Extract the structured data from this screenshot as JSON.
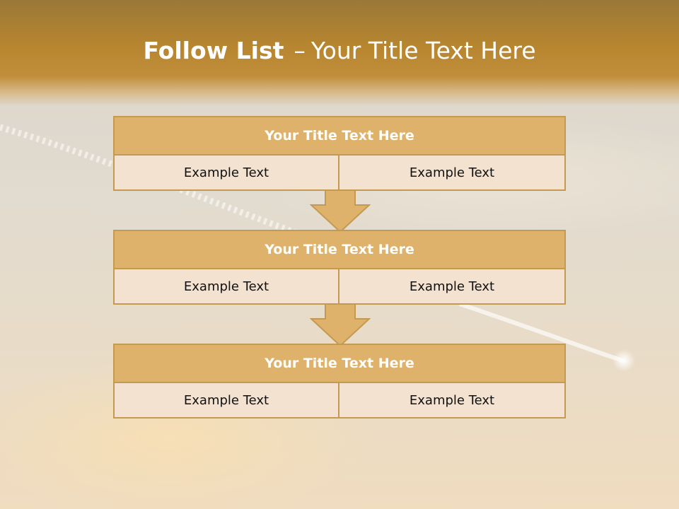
{
  "slide": {
    "title_bold": "Follow List",
    "title_sep": "–",
    "title_rest": "Your Title Text Here"
  },
  "steps": [
    {
      "title": "Your Title Text Here",
      "cells": [
        "Example Text",
        "Example Text"
      ]
    },
    {
      "title": "Your Title Text Here",
      "cells": [
        "Example Text",
        "Example Text"
      ]
    },
    {
      "title": "Your Title Text Here",
      "cells": [
        "Example Text",
        "Example Text"
      ]
    }
  ],
  "colors": {
    "header": "#b8862f",
    "box_title": "#deb26a",
    "box_cell": "#f2e2cf",
    "border": "#c49a52"
  }
}
